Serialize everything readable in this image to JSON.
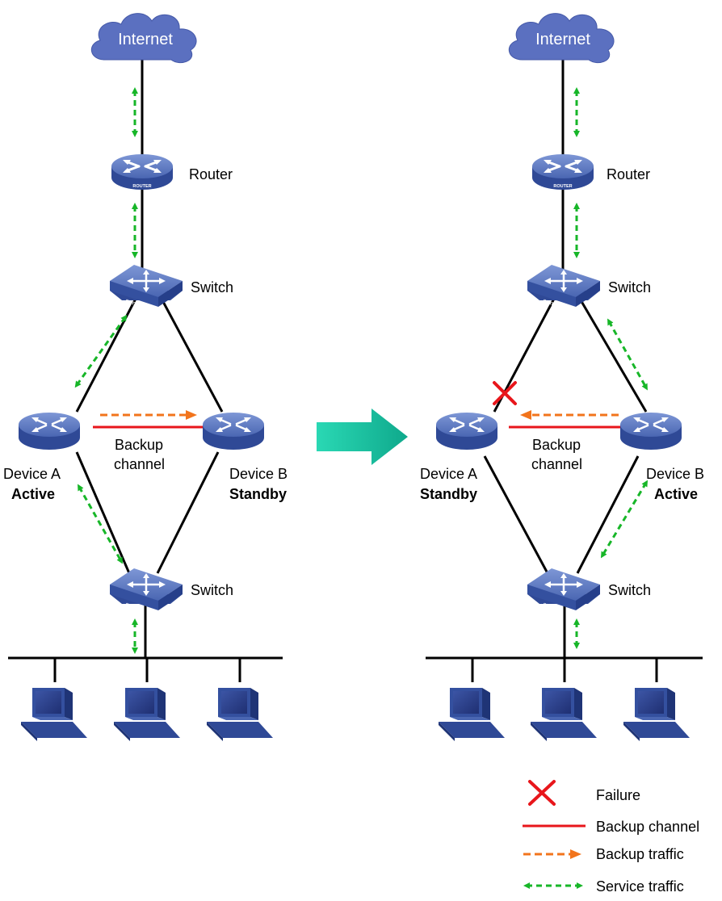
{
  "left": {
    "internet": "Internet",
    "router": "Router",
    "router_tag": "ROUTER",
    "switch_top": "Switch",
    "switch_bottom": "Switch",
    "switch_tag": "SWITCH",
    "device_a": "Device A",
    "device_a_role": "Active",
    "device_b": "Device B",
    "device_b_role": "Standby",
    "backup_line1": "Backup",
    "backup_line2": "channel"
  },
  "right": {
    "internet": "Internet",
    "router": "Router",
    "router_tag": "ROUTER",
    "switch_top": "Switch",
    "switch_bottom": "Switch",
    "switch_tag": "SWITCH",
    "device_a": "Device A",
    "device_a_role": "Standby",
    "device_b": "Device B",
    "device_b_role": "Active",
    "backup_line1": "Backup",
    "backup_line2": "channel"
  },
  "legend": {
    "failure": "Failure",
    "backup_channel": "Backup channel",
    "backup_traffic": "Backup traffic",
    "service_traffic": "Service traffic"
  },
  "colors": {
    "device_blue": "#4a66b2",
    "cloud_blue": "#5b70c0",
    "backup_channel": "#e8161b",
    "backup_traffic": "#f2741c",
    "service_traffic": "#17b628",
    "failure": "#e8161b",
    "transition_arrow": "#1ec9a6"
  },
  "icons": {
    "cloud": "cloud-icon",
    "router": "router-icon",
    "switch": "switch-icon",
    "device": "firewall-device-icon",
    "pc": "computer-icon",
    "failure": "x-mark-icon",
    "transition": "right-arrow-icon"
  }
}
